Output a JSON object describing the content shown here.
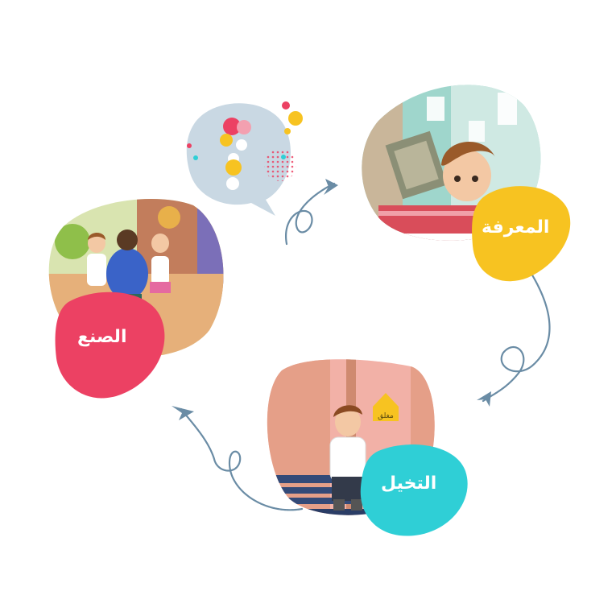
{
  "stages": {
    "knowledge": {
      "label": "المعرفة",
      "color": "#f7c321"
    },
    "imagination": {
      "label": "التخيل",
      "color": "#2fcfd6"
    },
    "making": {
      "label": "الصنع",
      "color": "#ec4163"
    }
  },
  "sign": {
    "text": "مغلق"
  },
  "icons": {
    "center": "question-mark-speech-bubble"
  },
  "colors": {
    "arrow": "#6a8ca5",
    "bubble": "#c9d8e3"
  }
}
